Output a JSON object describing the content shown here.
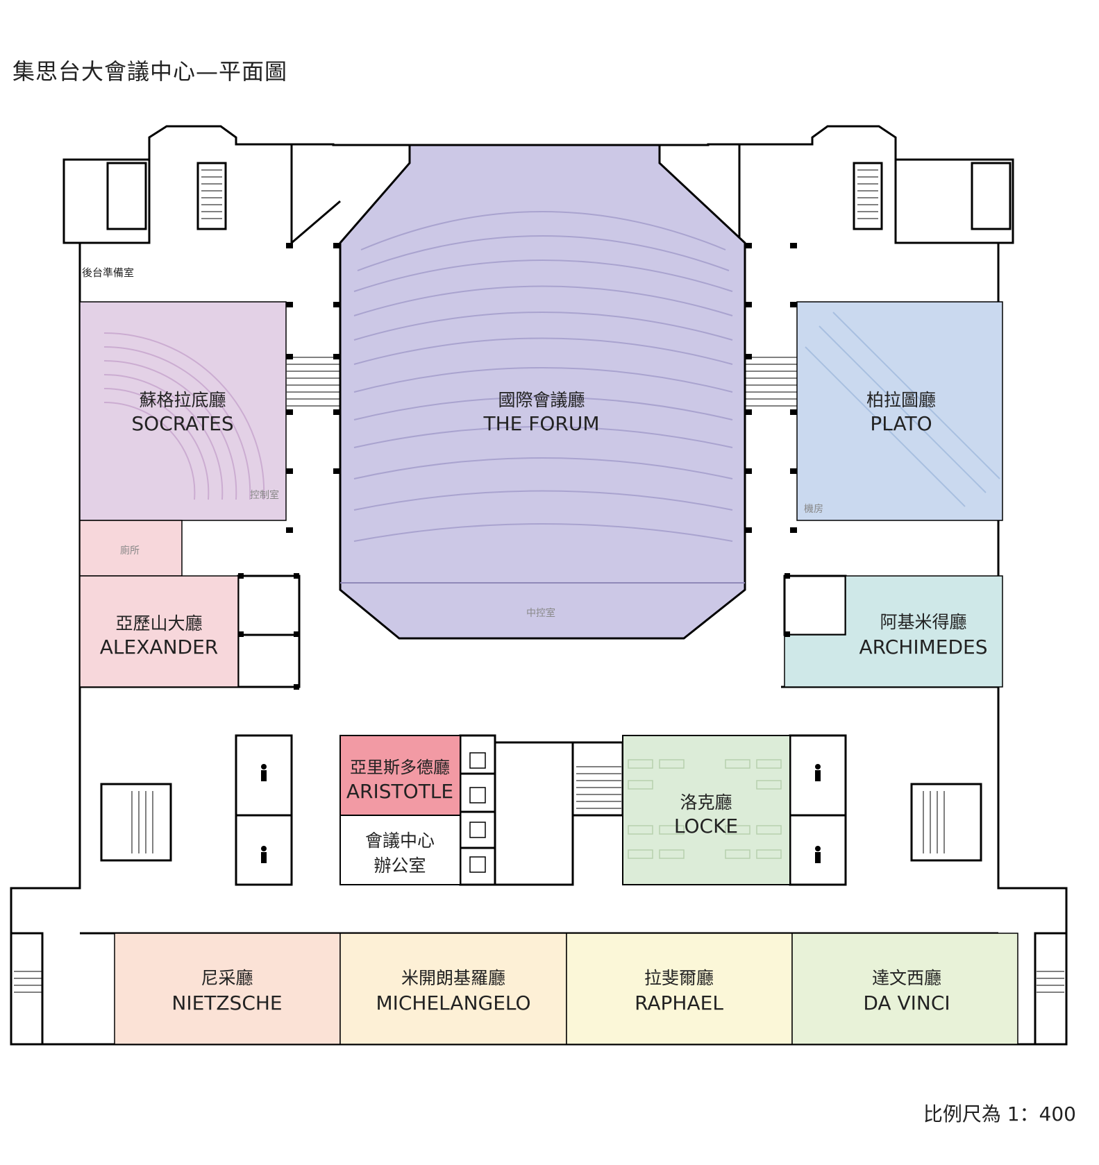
{
  "title": "集思台大會議中心—平面圖",
  "scale_note": "比例尺為 1：400",
  "rooms": {
    "socrates": {
      "zh": "蘇格拉底廳",
      "en": "SOCRATES",
      "color": "#e3d1e6"
    },
    "forum": {
      "zh": "國際會議廳",
      "en": "THE FORUM",
      "color": "#ccc8e6"
    },
    "plato": {
      "zh": "柏拉圖廳",
      "en": "PLATO",
      "color": "#cad9ef"
    },
    "alexander": {
      "zh": "亞歷山大廳",
      "en": "ALEXANDER",
      "color": "#f7d7db"
    },
    "archimedes": {
      "zh": "阿基米得廳",
      "en": "ARCHIMEDES",
      "color": "#cfe8e8"
    },
    "aristotle": {
      "zh": "亞里斯多德廳",
      "en": "ARISTOTLE",
      "color": "#f29aa4"
    },
    "office": {
      "zh_line1": "會議中心",
      "zh_line2": "辦公室",
      "color": "#ffffff"
    },
    "locke": {
      "zh": "洛克廳",
      "en": "LOCKE",
      "color": "#dcecd8"
    },
    "nietzsche": {
      "zh": "尼采廳",
      "en": "NIETZSCHE",
      "color": "#fbe2d6"
    },
    "michelangelo": {
      "zh": "米開朗基羅廳",
      "en": "MICHELANGELO",
      "color": "#fdf0d6"
    },
    "raphael": {
      "zh": "拉斐爾廳",
      "en": "RAPHAEL",
      "color": "#fbf7d8"
    },
    "davinci": {
      "zh": "達文西廳",
      "en": "DA VINCI",
      "color": "#e8f2d8"
    }
  },
  "minor_labels": {
    "backstage": "後台準備室",
    "control_room": "控制室",
    "restroom": "廁所",
    "central_control": "中控室",
    "machine_room": "機房"
  },
  "icons": [
    "elevator-icon",
    "person-restroom-icon",
    "stair-icon",
    "door-icon"
  ]
}
